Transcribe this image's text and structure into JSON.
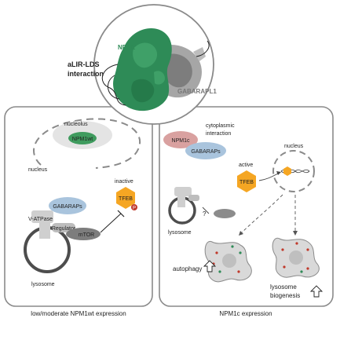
{
  "header": {
    "interaction_title_line1": "aLIR-LDS",
    "interaction_title_line2": "interaction",
    "protein_a": "NPM1",
    "protein_b": "GABARAPL1"
  },
  "left_panel": {
    "nucleolus": "nucleolus",
    "npm1wt": "NPM1wt",
    "nucleus": "nucleus",
    "gabaraps": "GABARAPs",
    "vatpase": "V-ATPase",
    "regulator": "Regulator",
    "mtor": "mTOR",
    "inactive": "inactive",
    "tfeb": "TFEB",
    "phospho": "P",
    "lysosome": "lysosome",
    "caption": "low/moderate NPM1wt expression"
  },
  "right_panel": {
    "npm1c": "NPM1c",
    "cytoplasmic_line1": "cytoplasmic",
    "cytoplasmic_line2": "interaction",
    "gabaraps": "GABARAPs",
    "active": "active",
    "tfeb": "TFEB",
    "nucleus": "nucleus",
    "question": "?",
    "lysosome": "lysosome",
    "autophagy": "autophagy",
    "lysosome_biogenesis_line1": "lysosome",
    "lysosome_biogenesis_line2": "biogenesis",
    "caption": "NPM1c expression"
  },
  "colors": {
    "npm1_green": "#2e8b57",
    "npm1wt_green": "#3f9b5e",
    "gabarap_blue": "#a9c4dd",
    "npm1c_pink": "#d9a1a0",
    "tfeb_orange": "#f5a623",
    "phospho_red": "#c0392b",
    "panel_border": "#8a8a8a",
    "grey_protein": "#8c8c8c"
  }
}
